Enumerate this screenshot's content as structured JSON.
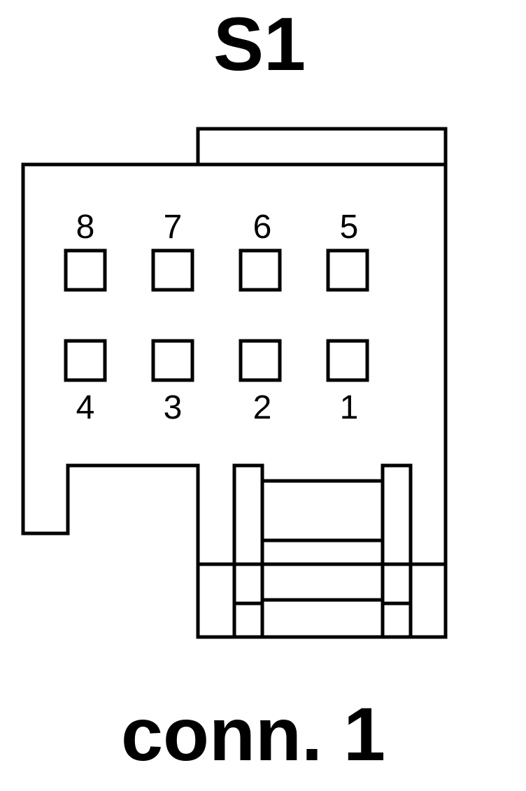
{
  "title": "S1",
  "caption": "conn. 1",
  "pins": {
    "top_row": [
      "8",
      "7",
      "6",
      "5"
    ],
    "bottom_row": [
      "4",
      "3",
      "2",
      "1"
    ]
  },
  "colors": {
    "stroke": "#000000",
    "background": "#ffffff"
  }
}
